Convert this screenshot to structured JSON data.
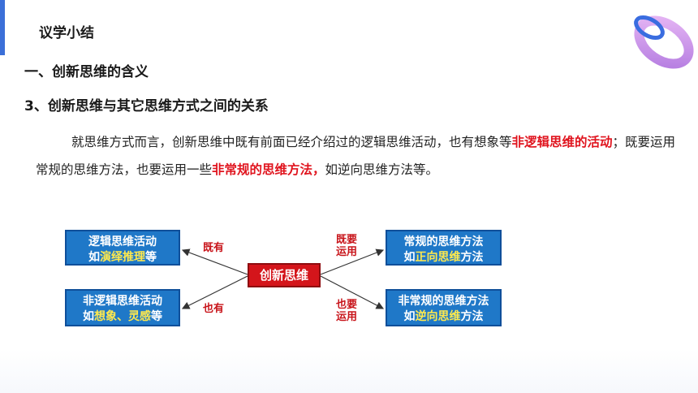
{
  "slide": {
    "title": "议学小结",
    "heading1": "一、创新思维的含义",
    "heading2": "3、创新思维与其它思维方式之间的关系",
    "paragraph": {
      "part1": "就思维方式而言，创新思维中既有前面已经介绍过的逻辑思维活动，也有想象等",
      "part2_red": "非逻辑思维的活动",
      "part3": "；既要运用常规的思维方法，也要运用一些",
      "part4_red": "非常规的思维方法，",
      "part5": "如逆向思维方法等。"
    }
  },
  "diagram": {
    "center": "创新思维",
    "left_top": {
      "line1": "逻辑思维活动",
      "line2_prefix": "如",
      "line2_highlight": "演绎推理",
      "line2_suffix": "等"
    },
    "left_bottom": {
      "line1": "非逻辑思维活动",
      "line2_prefix": "如",
      "line2_highlight1": "想象",
      "line2_sep": "、",
      "line2_highlight2": "灵感",
      "line2_suffix": "等"
    },
    "right_top": {
      "line1": "常规的思维方法",
      "line2_prefix": "如",
      "line2_highlight": "正向思维",
      "line2_suffix": "方法"
    },
    "right_bottom": {
      "line1": "非常规的思维方法",
      "line2_prefix": "如",
      "line2_highlight": "逆向思维",
      "line2_suffix": "方法"
    },
    "label_left_top": "既有",
    "label_left_bottom": "也有",
    "label_right_top_1": "既要",
    "label_right_top_2": "运用",
    "label_right_bottom_1": "也要",
    "label_right_bottom_2": "运用"
  },
  "colors": {
    "accent_red": "#e0141e",
    "box_blue": "#1f78c8",
    "highlight_yellow": "#ffe94d"
  }
}
